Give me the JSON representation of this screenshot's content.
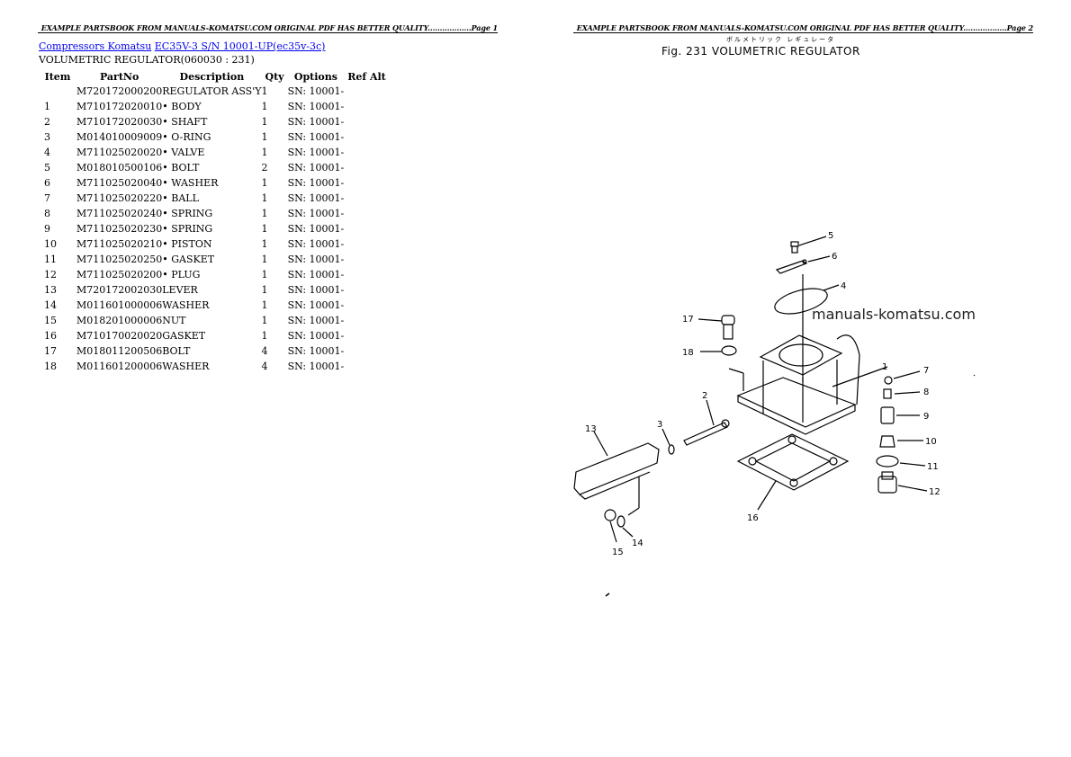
{
  "page1": {
    "header": "EXAMPLE PARTSBOOK FROM MANUALS-KOMATSU.COM ORIGINAL PDF HAS BETTER QUALITY..................Page 1",
    "breadcrumb": {
      "link1": "Compressors Komatsu",
      "link2": "EC35V-3 S/N 10001-UP(ec35v-3c)"
    },
    "subtitle": "VOLUMETRIC REGULATOR(060030 : 231)",
    "table": {
      "headers": [
        "Item",
        "PartNo",
        "Description",
        "Qty",
        "Options",
        "Ref Alt"
      ],
      "rows": [
        {
          "item": "",
          "partno": "M720172000200",
          "desc": "REGULATOR ASS'Y",
          "qty": "1",
          "options": "SN: 10001-"
        },
        {
          "item": "1",
          "partno": "M710172020010",
          "desc": "• BODY",
          "qty": "1",
          "options": "SN: 10001-"
        },
        {
          "item": "2",
          "partno": "M710172020030",
          "desc": "• SHAFT",
          "qty": "1",
          "options": "SN: 10001-"
        },
        {
          "item": "3",
          "partno": "M014010009009",
          "desc": "• O-RING",
          "qty": "1",
          "options": "SN: 10001-"
        },
        {
          "item": "4",
          "partno": "M711025020020",
          "desc": "• VALVE",
          "qty": "1",
          "options": "SN: 10001-"
        },
        {
          "item": "5",
          "partno": "M018010500106",
          "desc": "• BOLT",
          "qty": "2",
          "options": "SN: 10001-"
        },
        {
          "item": "6",
          "partno": "M711025020040",
          "desc": "• WASHER",
          "qty": "1",
          "options": "SN: 10001-"
        },
        {
          "item": "7",
          "partno": "M711025020220",
          "desc": "• BALL",
          "qty": "1",
          "options": "SN: 10001-"
        },
        {
          "item": "8",
          "partno": "M711025020240",
          "desc": "• SPRING",
          "qty": "1",
          "options": "SN: 10001-"
        },
        {
          "item": "9",
          "partno": "M711025020230",
          "desc": "• SPRING",
          "qty": "1",
          "options": "SN: 10001-"
        },
        {
          "item": "10",
          "partno": "M711025020210",
          "desc": "• PISTON",
          "qty": "1",
          "options": "SN: 10001-"
        },
        {
          "item": "11",
          "partno": "M711025020250",
          "desc": "• GASKET",
          "qty": "1",
          "options": "SN: 10001-"
        },
        {
          "item": "12",
          "partno": "M711025020200",
          "desc": "• PLUG",
          "qty": "1",
          "options": "SN: 10001-"
        },
        {
          "item": "13",
          "partno": "M720172002030",
          "desc": "LEVER",
          "qty": "1",
          "options": "SN: 10001-"
        },
        {
          "item": "14",
          "partno": "M011601000006",
          "desc": "WASHER",
          "qty": "1",
          "options": "SN: 10001-"
        },
        {
          "item": "15",
          "partno": "M018201000006",
          "desc": "NUT",
          "qty": "1",
          "options": "SN: 10001-"
        },
        {
          "item": "16",
          "partno": "M710170020020",
          "desc": "GASKET",
          "qty": "1",
          "options": "SN: 10001-"
        },
        {
          "item": "17",
          "partno": "M018011200506",
          "desc": "BOLT",
          "qty": "4",
          "options": "SN: 10001-"
        },
        {
          "item": "18",
          "partno": "M011601200006",
          "desc": "WASHER",
          "qty": "4",
          "options": "SN: 10001-"
        }
      ]
    }
  },
  "page2": {
    "header": "EXAMPLE PARTSBOOK FROM MANUALS-KOMATSU.COM ORIGINAL PDF HAS BETTER QUALITY..................Page 2",
    "figure": {
      "japanese": "ボルメトリック レギュレータ",
      "title": "Fig. 231   VOLUMETRIC  REGULATOR",
      "watermark": "manuals-komatsu.com",
      "callouts": [
        "1",
        "2",
        "3",
        "4",
        "5",
        "6",
        "7",
        "8",
        "9",
        "10",
        "11",
        "12",
        "13",
        "14",
        "15",
        "16",
        "17",
        "18"
      ]
    }
  }
}
